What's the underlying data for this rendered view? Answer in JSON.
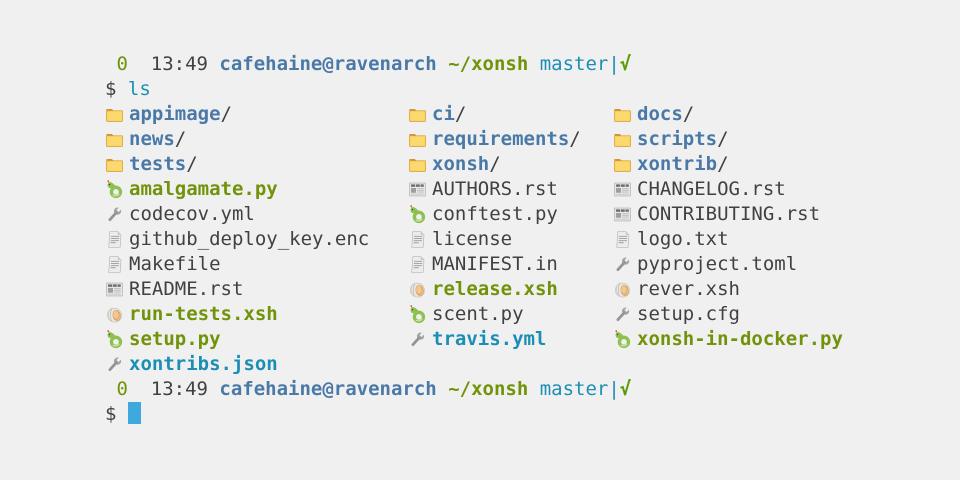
{
  "terminal": {
    "colors": {
      "background": "#f0f0f0",
      "default": "#414141",
      "blue": "#4a79a7",
      "teal": "#1b8eb5",
      "olive": "#71930a",
      "green": "#5a9c05",
      "cursor": "#3fa8dc"
    },
    "prompt_tokens": [
      {
        "name": "exit-code",
        "text": " 0",
        "color": "olive",
        "bold": false
      },
      {
        "name": "time",
        "text": "  13:49",
        "color": "default",
        "bold": false
      },
      {
        "name": "user-host",
        "text": " cafehaine@ravenarch",
        "color": "blue",
        "bold": true
      },
      {
        "name": "cwd",
        "text": " ~/xonsh",
        "color": "olive",
        "bold": true
      },
      {
        "name": "git-branch",
        "text": " master",
        "color": "teal",
        "bold": false
      },
      {
        "name": "git-separator",
        "text": "|",
        "color": "teal",
        "bold": false
      },
      {
        "name": "git-status",
        "text": "√",
        "color": "green",
        "bold": true
      }
    ],
    "command_tokens": [
      {
        "name": "prompt-symbol",
        "text": "$ ",
        "color": "default",
        "bold": false
      },
      {
        "name": "command",
        "text": "ls",
        "color": "teal",
        "bold": false
      }
    ],
    "input_tokens": [
      {
        "name": "prompt-symbol",
        "text": "$ ",
        "color": "default",
        "bold": false
      }
    ],
    "listing": {
      "columns": [
        {
          "items": [
            {
              "name": "appimage",
              "suffix": "/",
              "icon": "folder",
              "style": "dir"
            },
            {
              "name": "news",
              "suffix": "/",
              "icon": "folder",
              "style": "dir"
            },
            {
              "name": "tests",
              "suffix": "/",
              "icon": "folder",
              "style": "dir"
            },
            {
              "name": "amalgamate.py",
              "icon": "snake",
              "style": "exec"
            },
            {
              "name": "codecov.yml",
              "icon": "wrench",
              "style": "plain"
            },
            {
              "name": "github_deploy_key.enc",
              "icon": "page",
              "style": "plain"
            },
            {
              "name": "Makefile",
              "icon": "page",
              "style": "plain"
            },
            {
              "name": "README.rst",
              "icon": "newspaper",
              "style": "plain"
            },
            {
              "name": "run-tests.xsh",
              "icon": "shell",
              "style": "exec"
            },
            {
              "name": "setup.py",
              "icon": "snake",
              "style": "exec"
            },
            {
              "name": "xontribs.json",
              "icon": "wrench",
              "style": "link"
            }
          ]
        },
        {
          "items": [
            {
              "name": "ci",
              "suffix": "/",
              "icon": "folder",
              "style": "dir"
            },
            {
              "name": "requirements",
              "suffix": "/",
              "icon": "folder",
              "style": "dir"
            },
            {
              "name": "xonsh",
              "suffix": "/",
              "icon": "folder",
              "style": "dir"
            },
            {
              "name": "AUTHORS.rst",
              "icon": "newspaper",
              "style": "plain"
            },
            {
              "name": "conftest.py",
              "icon": "snake",
              "style": "plain"
            },
            {
              "name": "license",
              "icon": "page",
              "style": "plain"
            },
            {
              "name": "MANIFEST.in",
              "icon": "page",
              "style": "plain"
            },
            {
              "name": "release.xsh",
              "icon": "shell",
              "style": "exec"
            },
            {
              "name": "scent.py",
              "icon": "snake",
              "style": "plain"
            },
            {
              "name": "travis.yml",
              "icon": "wrench",
              "style": "link"
            }
          ]
        },
        {
          "items": [
            {
              "name": "docs",
              "suffix": "/",
              "icon": "folder",
              "style": "dir"
            },
            {
              "name": "scripts",
              "suffix": "/",
              "icon": "folder",
              "style": "dir"
            },
            {
              "name": "xontrib",
              "suffix": "/",
              "icon": "folder",
              "style": "dir"
            },
            {
              "name": "CHANGELOG.rst",
              "icon": "newspaper",
              "style": "plain"
            },
            {
              "name": "CONTRIBUTING.rst",
              "icon": "newspaper",
              "style": "plain"
            },
            {
              "name": "logo.txt",
              "icon": "page",
              "style": "plain"
            },
            {
              "name": "pyproject.toml",
              "icon": "wrench",
              "style": "plain"
            },
            {
              "name": "rever.xsh",
              "icon": "shell",
              "style": "plain"
            },
            {
              "name": "setup.cfg",
              "icon": "wrench",
              "style": "plain"
            },
            {
              "name": "xonsh-in-docker.py",
              "icon": "snake",
              "style": "exec"
            }
          ]
        }
      ]
    }
  }
}
